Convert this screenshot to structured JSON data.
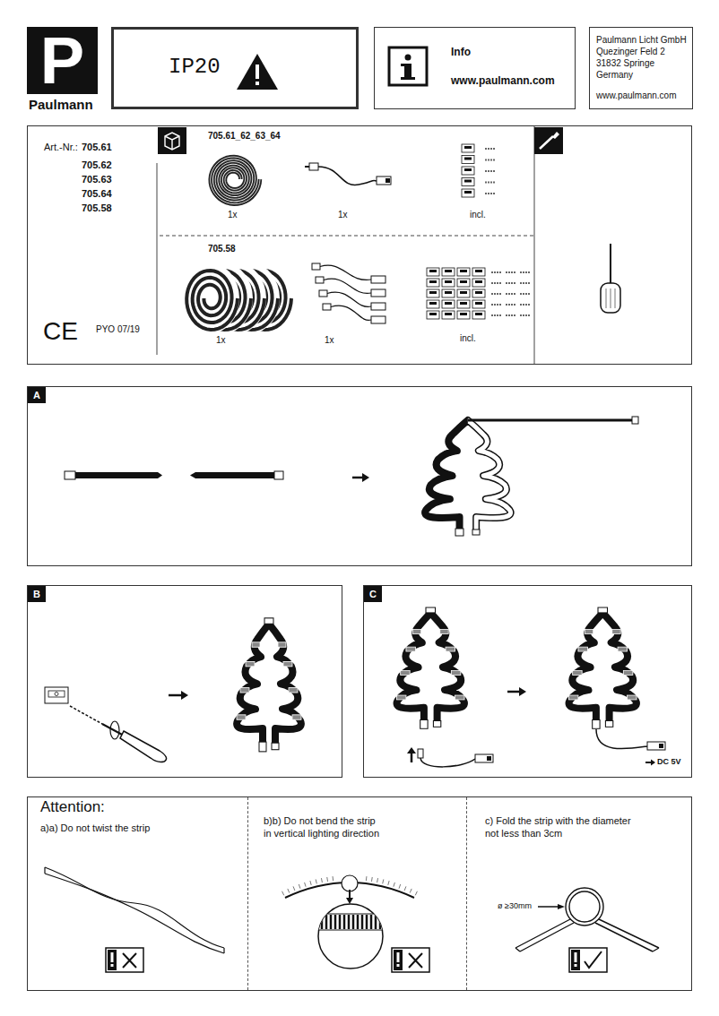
{
  "diagram": {
    "nodes": [
      {
        "text": [
          "P",
          "Paulmann"
        ]
      },
      {
        "text": [
          "IP20"
        ]
      },
      {
        "text": [
          "Info",
          "www.paulmann.com"
        ]
      },
      {
        "text": [
          "Paulmann Licht GmbH Quezinger Feld 2 31832 Springe Germany",
          "www.paulmann.com"
        ]
      },
      {
        "text": [
          "Art.-Nr.:",
          "705.61",
          "705.62",
          "705.63",
          "705.64",
          "705.58"
        ]
      },
      {
        "text": [
          "A"
        ]
      },
      {
        "text": [
          "B"
        ]
      },
      {
        "text": [
          "C"
        ]
      },
      {
        "text": [
          "Attention:"
        ]
      },
      {
        "text": [
          "a)a) Do not twist the strip"
        ],
        "in": 8
      },
      {
        "text": [
          "b)b) Do not bend the strip in vertical lighting direction"
        ],
        "in": 8
      },
      {
        "text": [
          "c) Fold the strip with the diameter not less than 3cm"
        ],
        "in": 8
      }
    ],
    "labels": [
      "CE",
      "PYO 07/19",
      "705.61_62_63_64",
      "1x",
      "1x",
      "incl.",
      "705.58",
      "1x",
      "1x",
      "incl.",
      "DC 5V",
      "ø ≥30mm"
    ]
  }
}
